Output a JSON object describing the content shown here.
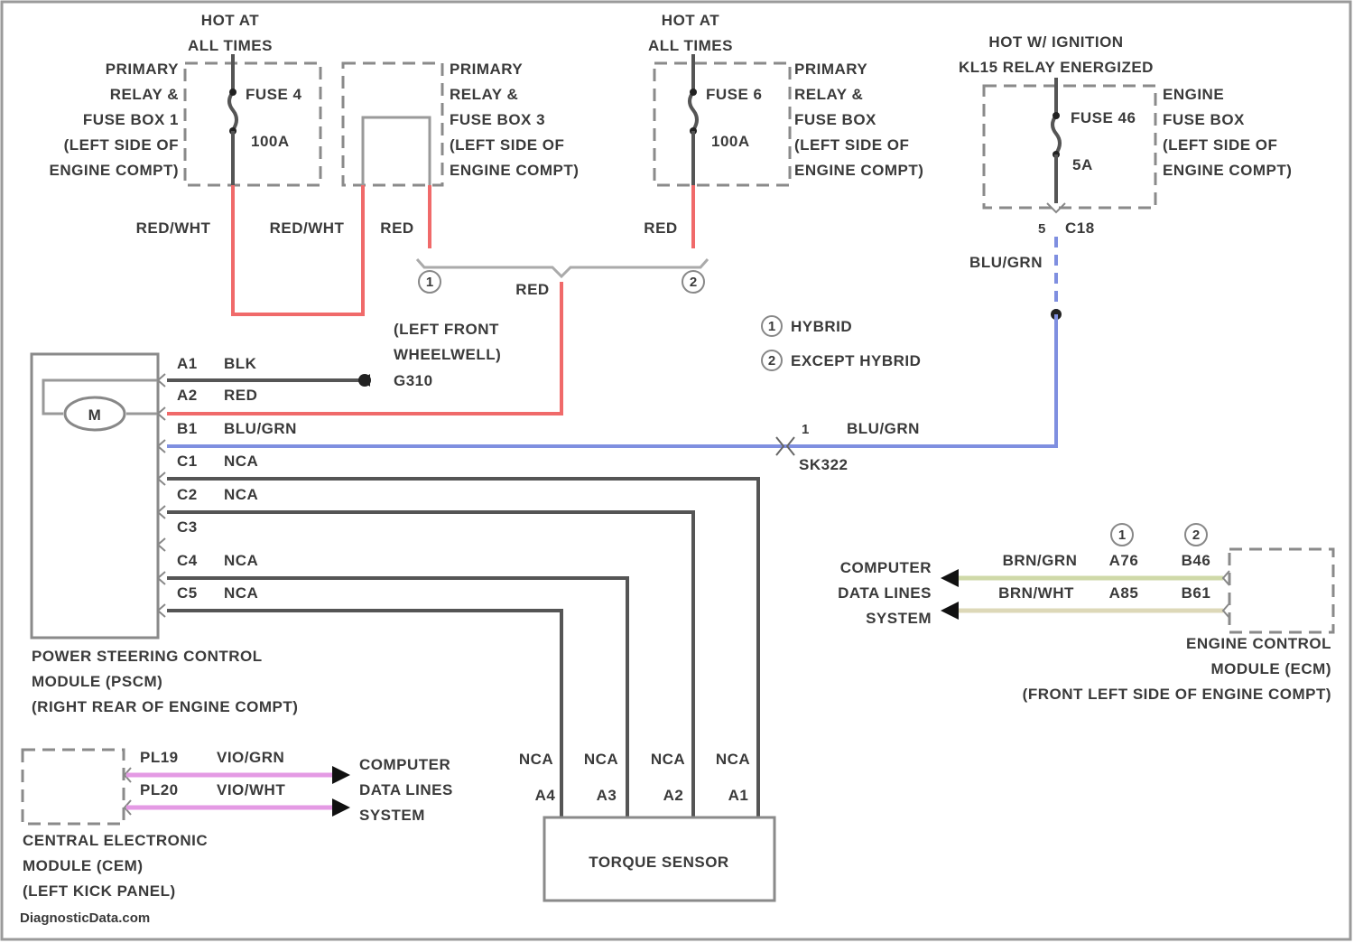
{
  "colors": {
    "red_wire": "#f06a6a",
    "blue_wire": "#7f8fe0",
    "pink_wire": "#e49ae4",
    "green_wire": "#cfd9a8",
    "tan_wire": "#ddd8b8",
    "signal_wire": "#555555"
  },
  "power": {
    "hot1": [
      "HOT AT",
      "ALL TIMES"
    ],
    "hot2": [
      "HOT AT",
      "ALL TIMES"
    ],
    "hot3": [
      "HOT W/ IGNITION",
      "KL15 RELAY ENERGIZED"
    ]
  },
  "boxes": {
    "prf1": [
      "PRIMARY",
      "RELAY &",
      "FUSE BOX 1",
      "(LEFT SIDE OF",
      "ENGINE COMPT)"
    ],
    "prf2": [
      "PRIMARY",
      "RELAY &",
      "FUSE BOX 3",
      "(LEFT SIDE OF",
      "ENGINE COMPT)"
    ],
    "prf3": [
      "PRIMARY",
      "RELAY &",
      "FUSE BOX",
      "(LEFT SIDE OF",
      "ENGINE COMPT)"
    ],
    "efb": [
      "ENGINE",
      "FUSE BOX",
      "(LEFT SIDE OF",
      "ENGINE COMPT)"
    ]
  },
  "fuses": {
    "f1": {
      "name": "FUSE 4",
      "rating": "100A"
    },
    "f2": {
      "name": "FUSE 6",
      "rating": "100A"
    },
    "f3": {
      "name": "FUSE 46",
      "rating": "5A"
    }
  },
  "wires": {
    "redwht1": "RED/WHT",
    "redwht2": "RED/WHT",
    "red1": "RED",
    "red2": "RED",
    "red3": "RED",
    "blugrn1": "BLU/GRN",
    "blugrn2": "BLU/GRN",
    "brngrn": "BRN/GRN",
    "brnwht": "BRN/WHT",
    "viogrn": "VIO/GRN",
    "viowht": "VIO/WHT"
  },
  "connectors": {
    "c18": "C18",
    "c18_pin": "5",
    "sk_pin": "1",
    "sk": "SK322",
    "ecm1a": "A76",
    "ecm1b": "B46",
    "ecm2a": "A85",
    "ecm2b": "B61"
  },
  "legend": {
    "hybrid": "HYBRID",
    "except_hybrid": "EXCEPT HYBRID"
  },
  "ground": {
    "loc": [
      "(LEFT FRONT",
      "WHEELWELL)"
    ],
    "id": "G310"
  },
  "pscm": {
    "motor": "M",
    "pins": [
      {
        "pin": "A1",
        "color": "BLK"
      },
      {
        "pin": "A2",
        "color": "RED"
      },
      {
        "pin": "B1",
        "color": "BLU/GRN"
      },
      {
        "pin": "C1",
        "color": "NCA"
      },
      {
        "pin": "C2",
        "color": "NCA"
      },
      {
        "pin": "C3",
        "color": ""
      },
      {
        "pin": "C4",
        "color": "NCA"
      },
      {
        "pin": "C5",
        "color": "NCA"
      }
    ],
    "label": [
      "POWER STEERING CONTROL",
      "MODULE (PSCM)",
      "(RIGHT REAR OF ENGINE COMPT)"
    ]
  },
  "torque": {
    "title": "TORQUE SENSOR",
    "wires": [
      "NCA",
      "NCA",
      "NCA",
      "NCA"
    ],
    "pins": [
      "A4",
      "A3",
      "A2",
      "A1"
    ]
  },
  "cdl": {
    "left": [
      "COMPUTER",
      "DATA LINES",
      "SYSTEM"
    ],
    "right": [
      "COMPUTER",
      "DATA LINES",
      "SYSTEM"
    ]
  },
  "ecm": {
    "label": [
      "ENGINE CONTROL",
      "MODULE (ECM)",
      "(FRONT LEFT SIDE OF ENGINE COMPT)"
    ]
  },
  "cem": {
    "pins": [
      "PL19",
      "PL20"
    ],
    "label": [
      "CENTRAL ELECTRONIC",
      "MODULE (CEM)",
      "(LEFT KICK PANEL)"
    ]
  },
  "watermark": "DiagnosticData.com"
}
